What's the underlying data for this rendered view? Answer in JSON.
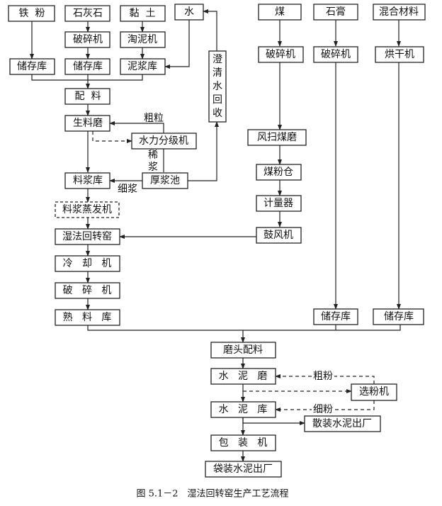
{
  "title": "图 5.1－2　湿法回转窑生产工艺流程",
  "nodes": {
    "iron_powder": "铁  粉",
    "limestone": "石灰石",
    "clay": "黏  土",
    "water": "水",
    "crusher1": "破碎机",
    "washer": "淘泥机",
    "storage1": "储存库",
    "storage2": "储存库",
    "slurry_store": "泥浆库",
    "clear_water": [
      "澄",
      "清",
      "水",
      "回",
      "收"
    ],
    "batching": "配  料",
    "raw_mill": "生料磨",
    "hydro_classifier": "水力分级机",
    "slurry_tank": "料浆库",
    "thick_pond": "厚浆池",
    "evaporator": "料浆蒸发机",
    "wet_kiln": "湿法回转窑",
    "cooler": "冷   却   机",
    "crusher2": "破   碎   机",
    "clinker_store": "熟   料   库",
    "coal": "煤",
    "gypsum": "石膏",
    "mixed_material": "混合材料",
    "coal_crusher": "破碎机",
    "gypsum_crusher": "破碎机",
    "dryer": "烘干机",
    "coal_mill": "风扫煤磨",
    "coal_bin": "煤粉仓",
    "meter": "计量器",
    "blower": "鼓风机",
    "gypsum_store": "储存库",
    "mixed_store": "储存库",
    "mill_head_batching": "磨头配料",
    "cement_mill": "水   泥   磨",
    "separator": "选粉机",
    "cement_silo": "水   泥   库",
    "bulk_out": "散装水泥出厂",
    "packer": "包   装   机",
    "bagged_out": "袋装水泥出厂"
  },
  "labels": {
    "coarse_grain": "粗粒",
    "thin_slurry": [
      "稀",
      "浆"
    ],
    "fine_slurry": "细浆",
    "coarse_powder": "粗粉",
    "fine_powder": "细粉"
  }
}
